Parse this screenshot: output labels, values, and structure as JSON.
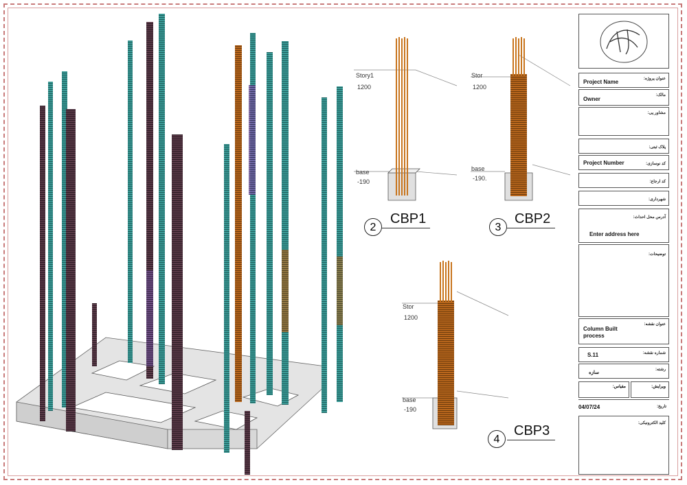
{
  "title_block": {
    "logo_alt": "logo-signature",
    "project_title_label": "عنوان پروژه:",
    "project_title_value": "Project Name",
    "owner_label": "مالک:",
    "owner_value": "Owner",
    "consultant_label": "مشاور پی:",
    "registry_label": "پلاک ثبتی:",
    "project_code_label": "کد نوسازی:",
    "project_code_value": "Project Number",
    "reference_label": "کد ارجاع:",
    "municipality_label": "شهرداری:",
    "address_label": "آدرس محل احداث:",
    "address_value": "Enter address here",
    "notes_label": "توضیحات:",
    "drawing_title_label": "عنوان نقشه:",
    "drawing_title_value": "Column Built process",
    "drawing_number_label": "شماره نقشه:",
    "drawing_number_value": "S.11",
    "discipline_label": "رشته:",
    "discipline_value": "سازه",
    "scale_label": "مقیاس:",
    "revision_label": "ویرایش:",
    "date_label": "تاریخ:",
    "date_value": "04/07/24",
    "e_key_label": "کلید الکترونیکی:"
  },
  "details": [
    {
      "number": "2",
      "name": "CBP1",
      "top_level": "Story1",
      "top_elev": "1200",
      "base_level": "base",
      "base_elev": "-190"
    },
    {
      "number": "3",
      "name": "CBP2",
      "top_level": "Stor",
      "top_elev": "1200",
      "base_level": "base",
      "base_elev": "-190."
    },
    {
      "number": "4",
      "name": "CBP3",
      "top_level": "Stor",
      "top_elev": "1200",
      "base_level": "base",
      "base_elev": "-190"
    }
  ],
  "colors": {
    "border": "#c87a7a",
    "rebar_teal": "#3a9a96",
    "rebar_maroon": "#5a3a48",
    "rebar_orange": "#c8741c",
    "rebar_purple": "#7a5aa8",
    "concrete": "#e6e6e6"
  }
}
